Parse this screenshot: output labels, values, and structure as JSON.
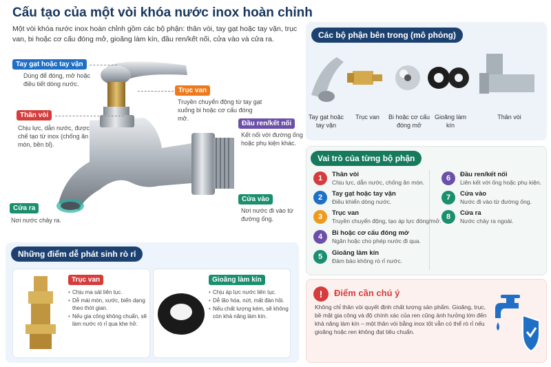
{
  "title": "Cấu tạo của một vòi khóa nước inox hoàn chỉnh",
  "intro": "Một vòi khóa nước inox hoàn chỉnh gồm các bộ phận: thân vòi, tay gạt hoặc tay vặn, trục van, bi hoặc cơ cấu đóng mở, gioăng làm kín, đầu ren/kết nối, cửa vào và cửa ra.",
  "callouts": {
    "handle": {
      "label": "Tay gạt hoặc tay vặn",
      "desc": "Dùng để đóng, mở hoặc điều tiết dòng nước."
    },
    "stem": {
      "label": "Trục van",
      "desc": "Truyền chuyển động từ tay gạt xuống bi hoặc cơ cấu đóng mở."
    },
    "body": {
      "label": "Thân vòi",
      "desc": "Chịu lực, dẫn nước, được chế tạo từ inox (chống ăn mòn, bền bỉ)."
    },
    "thread": {
      "label": "Đầu ren/kết nối",
      "desc": "Kết nối với đường ống hoặc phụ kiện khác."
    },
    "inlet": {
      "label": "Cửa vào",
      "desc": "Nơi nước đi vào từ đường ống."
    },
    "outlet": {
      "label": "Cửa ra",
      "desc": "Nơi nước chảy ra."
    }
  },
  "parts_panel": {
    "title": "Các bộ phận bên trong (mô phỏng)",
    "parts": [
      "Tay gạt hoặc tay vặn",
      "Trục van",
      "Bi hoặc cơ cấu đóng mở",
      "Gioăng làm kín",
      "Thân vòi"
    ]
  },
  "roles_panel": {
    "title": "Vai trò của từng bộ phận",
    "roles": [
      {
        "num": "1",
        "title": "Thân vòi",
        "desc": "Chịu lực, dẫn nước, chống ăn mòn.",
        "color": "#d63c3c"
      },
      {
        "num": "2",
        "title": "Tay gạt hoặc tay vặn",
        "desc": "Điều khiển dòng nước.",
        "color": "#1f6fc5"
      },
      {
        "num": "3",
        "title": "Trục van",
        "desc": "Truyền chuyển động, tạo áp lực đóng/mở.",
        "color": "#ef9a1a"
      },
      {
        "num": "4",
        "title": "Bi hoặc cơ cấu đóng mở",
        "desc": "Ngăn hoặc cho phép nước đi qua.",
        "color": "#6c4fa8"
      },
      {
        "num": "5",
        "title": "Gioăng làm kín",
        "desc": "Đảm bảo không rò rỉ nước.",
        "color": "#1a8f6e"
      },
      {
        "num": "6",
        "title": "Đầu ren/kết nối",
        "desc": "Liên kết với ống hoặc phụ kiện.",
        "color": "#6c4fa8"
      },
      {
        "num": "7",
        "title": "Cửa vào",
        "desc": "Nước đi vào từ đường ống.",
        "color": "#1a8f6e"
      },
      {
        "num": "8",
        "title": "Cửa ra",
        "desc": "Nước chảy ra ngoài.",
        "color": "#1a8f6e"
      }
    ]
  },
  "leak_panel": {
    "title": "Những điểm dễ phát sinh rò rỉ",
    "cards": [
      {
        "title": "Trục van",
        "points": [
          "Chịu ma sát liên tục.",
          "Dễ mài mòn, xước, biến dạng theo thời gian.",
          "Nếu gia công không chuẩn, sẽ làm nước rò rỉ qua khe hở."
        ]
      },
      {
        "title": "Gioăng làm kín",
        "points": [
          "Chịu áp lực nước liên tục.",
          "Dễ lão hóa, nứt, mất đàn hồi.",
          "Nếu chất lượng kém, sẽ không còn khả năng làm kín."
        ]
      }
    ]
  },
  "note": {
    "title": "Điểm cần chú ý",
    "text": "Không chỉ thân vòi quyết định chất lượng sản phẩm. Gioăng, trục, bề mặt gia công và độ chính xác của ren cũng ảnh hưởng lớn đến khả năng làm kín – một thân vòi bằng inox tốt vẫn có thể rò rỉ nếu gioăng hoặc ren không đạt tiêu chuẩn."
  }
}
